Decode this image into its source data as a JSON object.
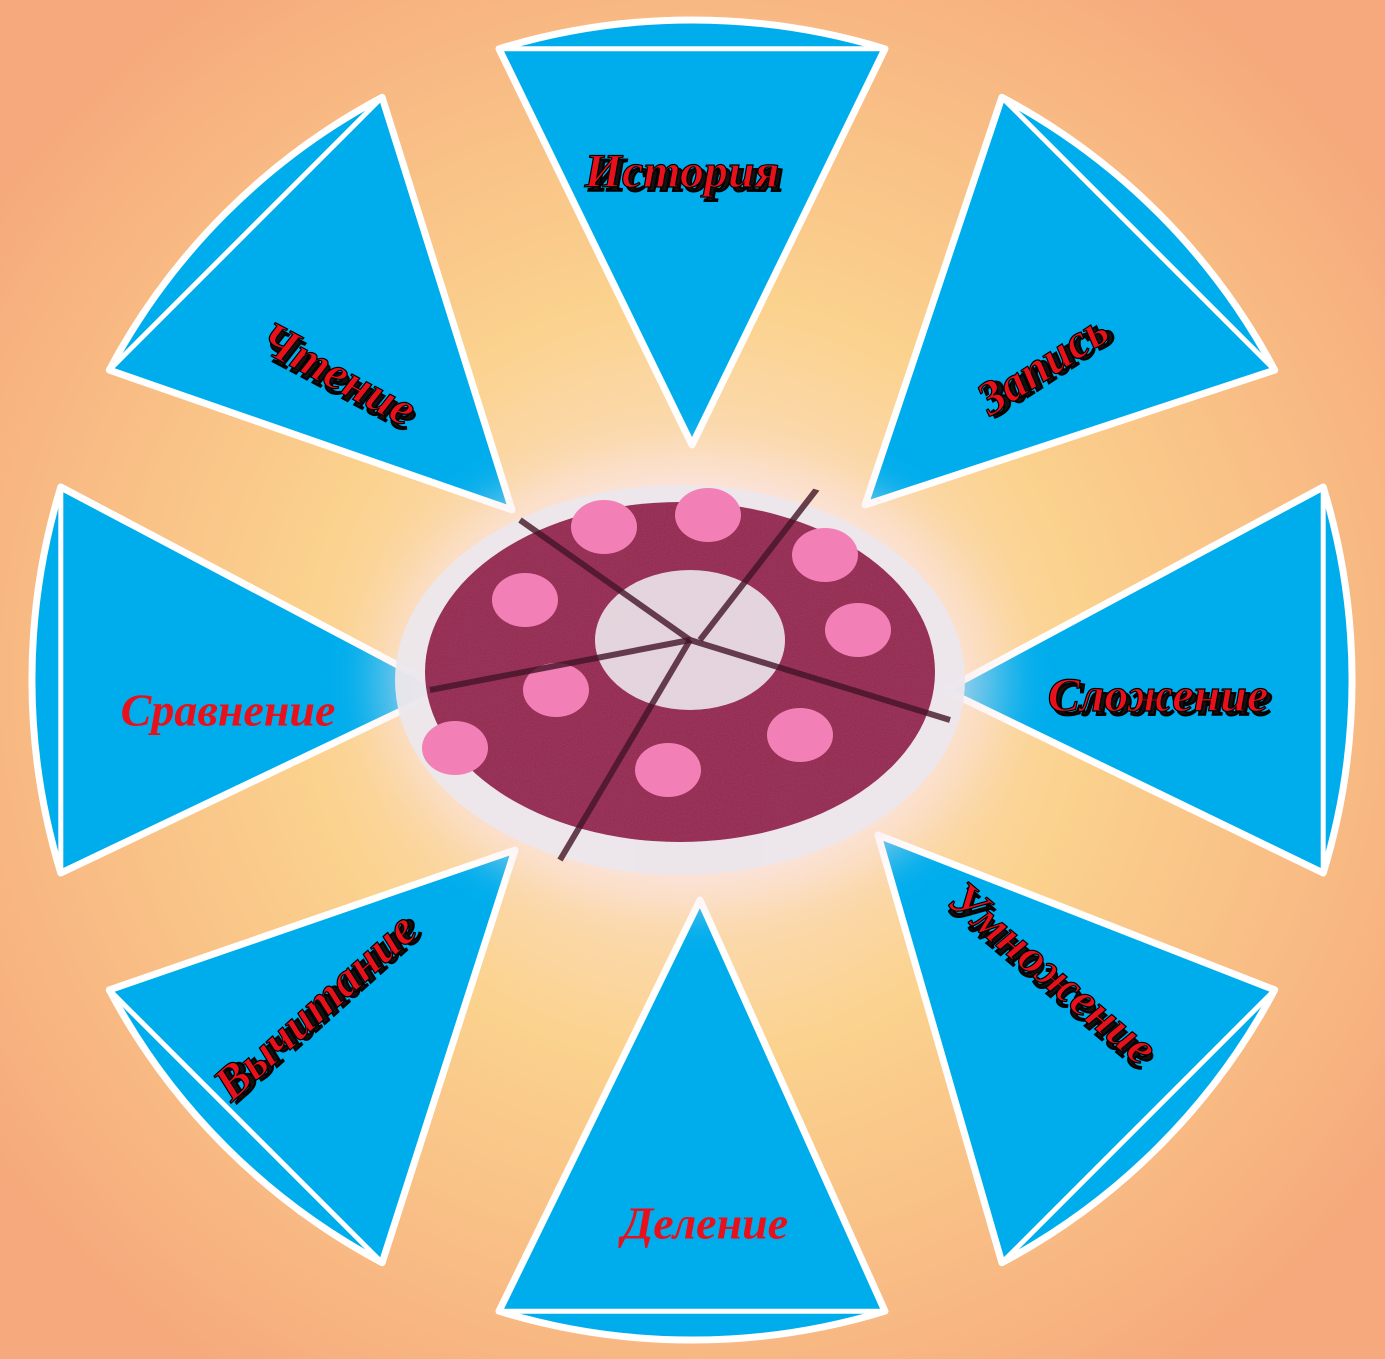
{
  "sectors": [
    {
      "id": "history",
      "label": "История",
      "style": "shadowed"
    },
    {
      "id": "record",
      "label": "Запись",
      "style": "shadowed"
    },
    {
      "id": "addition",
      "label": "Сложение",
      "style": "shadowed"
    },
    {
      "id": "multiplication",
      "label": "Умножение",
      "style": "shadowed"
    },
    {
      "id": "division",
      "label": "Деление",
      "style": "plain"
    },
    {
      "id": "subtraction",
      "label": "Вычитание",
      "style": "shadowed"
    },
    {
      "id": "comparison",
      "label": "Сравнение",
      "style": "plain"
    },
    {
      "id": "reading",
      "label": "Чтение",
      "style": "shadowed"
    }
  ],
  "colors": {
    "background_outer": "#f6a97c",
    "background_glow": "#fbd28e",
    "center_glow": "#fbe6e8",
    "sector_fill": "#00adec",
    "sector_outline": "#ffffff",
    "label_red": "#e8101a",
    "label_shadow": "#111111",
    "pizza_crust": "#ece7ec",
    "pizza_sauce": "#8e1a45",
    "pizza_topping": "#f27bb5"
  },
  "center_image": {
    "name": "felt-pizza-image",
    "topping_count": 9
  }
}
